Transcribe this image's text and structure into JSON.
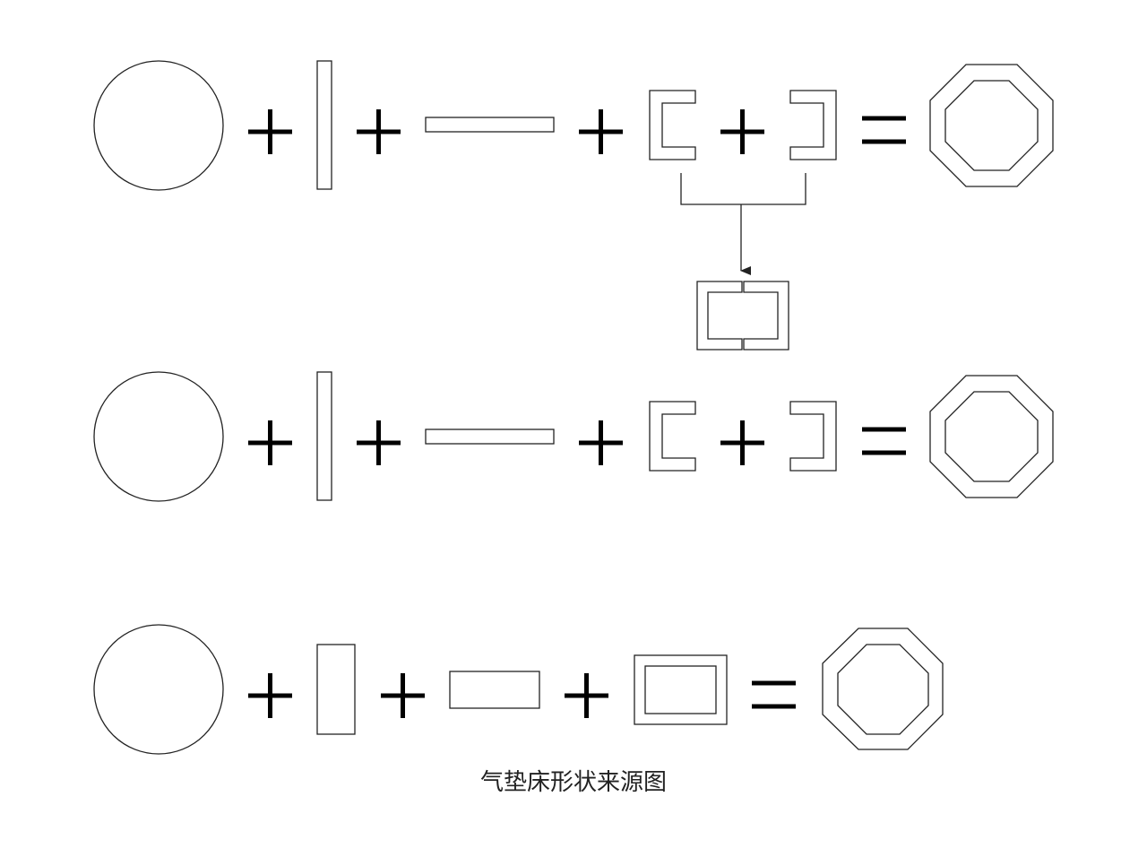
{
  "diagram": {
    "caption": "气垫床形状来源图",
    "colors": {
      "background": "#ffffff",
      "stroke": "#222222",
      "operator": "#000000"
    },
    "rows": [
      {
        "name": "row-1",
        "parts": [
          "circle",
          "vertical-bar",
          "horizontal-bar",
          "left-bracket",
          "right-bracket"
        ],
        "result": "octagon-ring",
        "merge": "brackets-combine-into-split-frame"
      },
      {
        "name": "row-2",
        "parts": [
          "circle",
          "vertical-bar",
          "horizontal-bar",
          "left-bracket",
          "right-bracket"
        ],
        "result": "octagon-ring"
      },
      {
        "name": "row-3",
        "parts": [
          "circle",
          "vertical-rectangle",
          "horizontal-rectangle",
          "rectangular-frame"
        ],
        "result": "octagon-ring"
      }
    ]
  }
}
